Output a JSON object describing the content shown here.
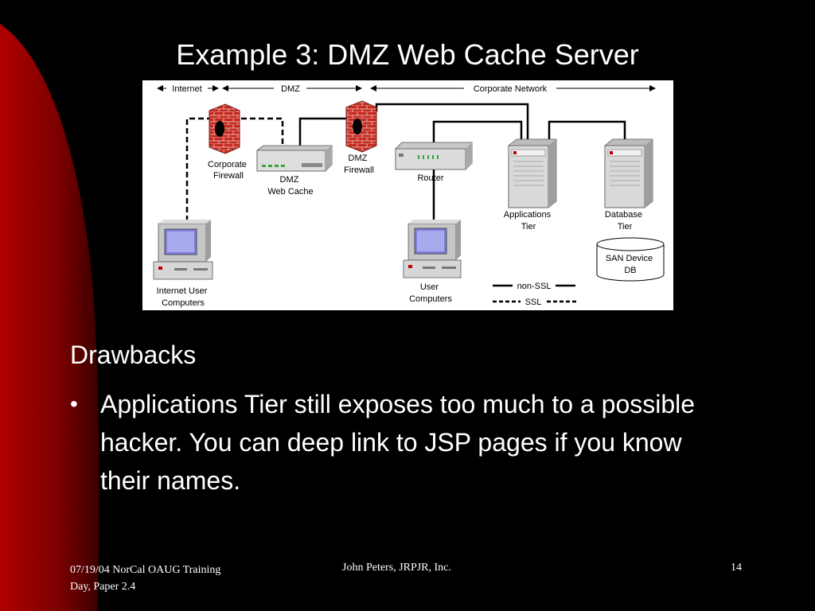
{
  "slide": {
    "title": "Example 3: DMZ Web Cache Server",
    "heading": "Drawbacks",
    "bullet": "Applications Tier still exposes too much to a possible hacker.  You can deep link to JSP pages if you know their names."
  },
  "diagram": {
    "zones": {
      "internet": "Internet",
      "dmz": "DMZ",
      "corporate": "Corporate Network"
    },
    "nodes": {
      "corp_firewall": [
        "Corporate",
        "Firewall"
      ],
      "dmz_cache": [
        "DMZ",
        "Web Cache"
      ],
      "dmz_firewall": [
        "DMZ",
        "Firewall"
      ],
      "router": "Router",
      "app_tier": [
        "Applications",
        "Tier"
      ],
      "db_tier": [
        "Database",
        "Tier"
      ],
      "san": [
        "SAN Device",
        "DB"
      ],
      "internet_users": [
        "Internet User",
        "Computers"
      ],
      "user_computers": [
        "User",
        "Computers"
      ]
    },
    "legend": {
      "non_ssl": "non-SSL",
      "ssl": "SSL"
    }
  },
  "footer": {
    "left_line1": "07/19/04  NorCal OAUG Training",
    "left_line2": "Day, Paper 2.4",
    "center": "John Peters, JRPJR, Inc.",
    "page": "14"
  },
  "colors": {
    "background": "#000000",
    "swoosh": "#8b0000",
    "firewall_brick": "#c62b22",
    "text": "#ffffff"
  }
}
